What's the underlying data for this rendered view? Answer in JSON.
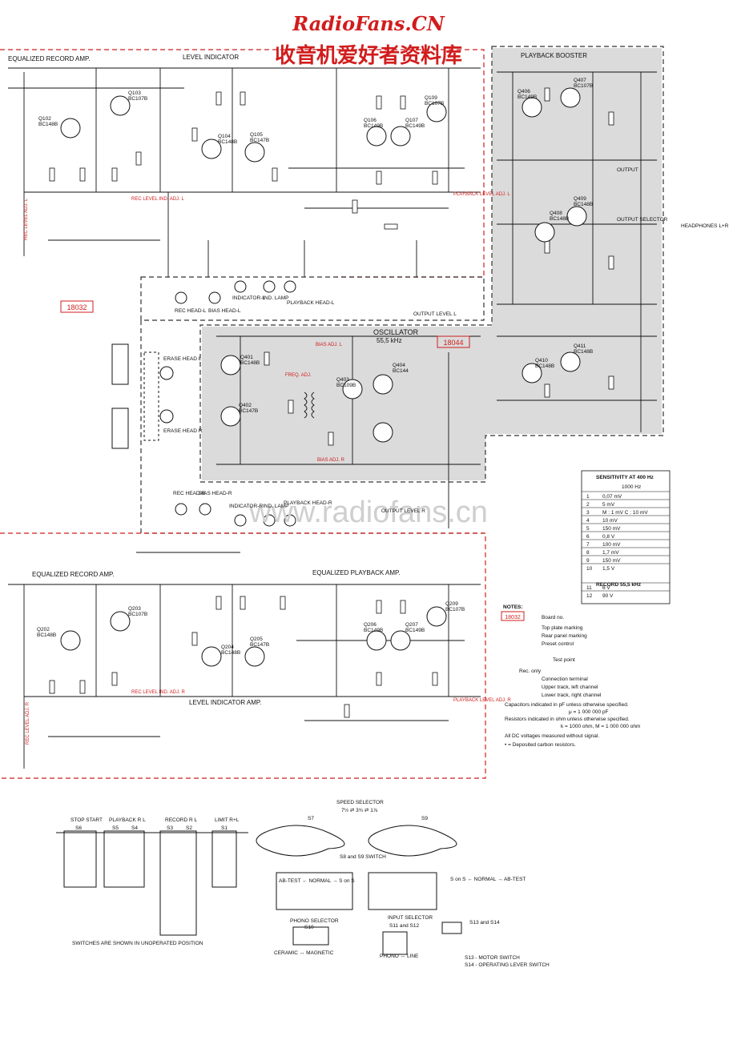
{
  "watermark": {
    "title": "RadioFans.CN",
    "subtitle": "收音机爱好者资料库",
    "center": "www.radiofans.cn"
  },
  "sections": {
    "eq_record_top": "EQUALIZED RECORD AMP.",
    "level_ind_top": "LEVEL INDICATOR",
    "playback_booster": "PLAYBACK BOOSTER",
    "oscillator": "OSCILLATOR",
    "oscillator_freq": "55,5 kHz",
    "eq_record_bottom": "EQUALIZED RECORD AMP.",
    "eq_playback_bottom": "EQUALIZED PLAYBACK AMP.",
    "level_ind_bottom": "LEVEL INDICATOR AMP."
  },
  "boards": [
    "18032",
    "18044"
  ],
  "components_top": [
    {
      "ref": "Q102",
      "type": "BC148B"
    },
    {
      "ref": "Q103",
      "type": "BC107B"
    },
    {
      "ref": "Q104",
      "type": "BC148B"
    },
    {
      "ref": "Q105",
      "type": "BC147B"
    },
    {
      "ref": "Q106",
      "type": "BC149B"
    },
    {
      "ref": "Q107",
      "type": "BC149B"
    },
    {
      "ref": "Q109",
      "type": "BC107B"
    },
    {
      "ref": "Q406",
      "type": "BC149B"
    },
    {
      "ref": "Q407",
      "type": "BC107B"
    },
    {
      "ref": "Q408",
      "type": "BC148B"
    },
    {
      "ref": "Q409",
      "type": "BC148B"
    }
  ],
  "components_mid": [
    {
      "ref": "Q401",
      "type": "BC148B"
    },
    {
      "ref": "Q402",
      "type": "BC147B"
    },
    {
      "ref": "Q403",
      "type": "BC109B"
    },
    {
      "ref": "Q404",
      "type": "BC144"
    },
    {
      "ref": "Q410",
      "type": "BC148B"
    },
    {
      "ref": "Q411",
      "type": "BC148B"
    }
  ],
  "components_bottom": [
    {
      "ref": "Q202",
      "type": "BC148B"
    },
    {
      "ref": "Q203",
      "type": "BC107B"
    },
    {
      "ref": "Q204",
      "type": "BC148B"
    },
    {
      "ref": "Q205",
      "type": "BC147B"
    },
    {
      "ref": "Q206",
      "type": "BC149B"
    },
    {
      "ref": "Q207",
      "type": "BC149B"
    },
    {
      "ref": "Q209",
      "type": "BC107B"
    }
  ],
  "red_labels": {
    "rec_level_adj_l": "REC LEVEL ADJ. L",
    "rec_level_ind_adj_l": "REC LEVEL IND. ADJ. L",
    "playback_level_adj_l": "PLAYBACK LEVEL ADJ. L",
    "playback_level_adj_r": "PLAYBACK LEVEL ADJ. R",
    "bias_adj_l": "BIAS ADJ. L",
    "bias_adj_r": "BIAS ADJ. R",
    "freq_adj": "FREQ. ADJ.",
    "rec_level_ind_adj_r": "REC LEVEL IND. ADJ. R",
    "rec_level_adj_r": "REC LEVEL ADJ. R"
  },
  "heads": {
    "rec_head_l": "REC HEAD-L",
    "bias_head_l": "BIAS HEAD-L",
    "indicator_l": "INDICATOR-L",
    "ind_lamp": "IND. LAMP",
    "playback_head_l": "PLAYBACK HEAD-L",
    "rec_head_r": "REC HEAD-R",
    "bias_head_r": "BIAS HEAD-R",
    "indicator_r": "INDICATOR-R",
    "playback_head_r": "PLAYBACK HEAD-R",
    "erase_head_l": "ERASE HEAD L",
    "erase_head_r": "ERASE HEAD R"
  },
  "outputs": {
    "output_top": "OUTPUT",
    "output_sel": "OUTPUT SELECTOR",
    "headphones": "HEADPHONES L+R",
    "output_level_l": "OUTPUT LEVEL L",
    "output_level_r": "OUTPUT LEVEL R"
  },
  "sensitivity": {
    "header": "SENSITIVITY AT 400 Hz",
    "sub": "1000 Hz",
    "rows": [
      {
        "n": "1",
        "v": "0,07 mV"
      },
      {
        "n": "2",
        "v": "5 mV"
      },
      {
        "n": "3",
        "v": "M : 1 mV   C : 10 mV"
      },
      {
        "n": "4",
        "v": "10 mV"
      },
      {
        "n": "5",
        "v": "150 mV"
      },
      {
        "n": "6",
        "v": "0,8 V"
      },
      {
        "n": "7",
        "v": "100 mV"
      },
      {
        "n": "8",
        "v": "1,7 mV"
      },
      {
        "n": "9",
        "v": "150 mV"
      },
      {
        "n": "10",
        "v": "1,5 V"
      },
      {
        "n": "11",
        "v": "6 V"
      },
      {
        "n": "12",
        "v": "90 V"
      }
    ],
    "record_header": "RECORD 55,5 kHz"
  },
  "notes": {
    "title": "NOTES:",
    "board": "Board no.",
    "top_plate": "Top plate marking",
    "rear_panel": "Rear panel marking",
    "preset": "Preset control",
    "test_point": "Test point",
    "rec_only": "Rec. only",
    "conn": "Connection terminal",
    "upper": "Upper track, left channel",
    "lower": "Lower track, right channel",
    "caps": "Capacitors indicated in pF unless otherwise specified.",
    "caps2": "μ = 1 000 000 pF",
    "res": "Resistors indicated in ohm unless otherwise specified.",
    "res2": "k = 1000 ohm,  M = 1 000 000 ohm",
    "dc": "All DC voltages measured without signal.",
    "dep": "• = Deposited carbon resistors."
  },
  "switches": {
    "stop_start": "STOP START",
    "playback": "PLAYBACK R L",
    "record": "RECORD R L",
    "limit": "LIMIT R+L",
    "labels": [
      "S6",
      "S5",
      "S4",
      "S3",
      "S2",
      "S1"
    ],
    "caption": "SWITCHES ARE SHOWN IN UNOPERATED POSITION",
    "speed": "SPEED SELECTOR",
    "speed_vals": "7½ ⇄ 3¾ ⇄ 1⅞",
    "s7": "S7",
    "s9": "S9",
    "s8_s9": "S8 and S9 SWITCH",
    "ab_test": "AB-TEST ← NORMAL → S on S",
    "ab_test2": "S on S ← NORMAL → AB-TEST",
    "phono": "PHONO SELECTOR",
    "s10": "S10",
    "ceramic": "CERAMIC ↔ MAGNETIC",
    "input_sel": "INPUT SELECTOR",
    "s11_12": "S11 and S12",
    "phono_line": "PHONO ↔ LINE",
    "s13_14": "S13 and S14",
    "motor": "S13 - MOTOR SWITCH",
    "lever": "S14 - OPERATING LEVER SWITCH"
  }
}
